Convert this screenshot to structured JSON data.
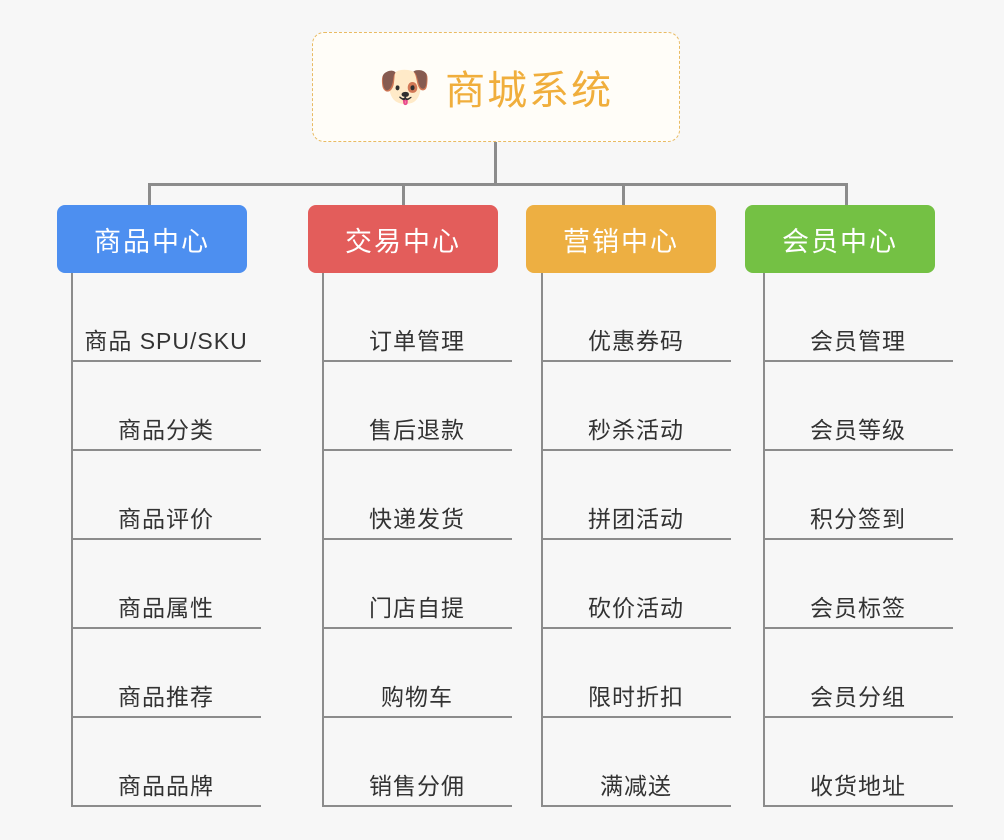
{
  "diagram": {
    "title": "商城系统",
    "type": "mind-map",
    "background_color": "#f7f7f7",
    "connector_color": "#8c8c8c"
  },
  "root": {
    "icon": "shiba-dog-face-emoji",
    "icon_glyph": "🐶",
    "label": "商城系统",
    "text_color": "#f0ae3c",
    "border_color": "#e9bb63",
    "fill_color": "#fffdf8",
    "border_style": "dashed"
  },
  "branches": [
    {
      "label": "商品中心",
      "color": "#4d8ff0",
      "items": [
        {
          "label": "商品 SPU/SKU"
        },
        {
          "label": "商品分类"
        },
        {
          "label": "商品评价"
        },
        {
          "label": "商品属性"
        },
        {
          "label": "商品推荐"
        },
        {
          "label": "商品品牌"
        }
      ]
    },
    {
      "label": "交易中心",
      "color": "#e35d5b",
      "items": [
        {
          "label": "订单管理"
        },
        {
          "label": "售后退款"
        },
        {
          "label": "快递发货"
        },
        {
          "label": "门店自提"
        },
        {
          "label": "购物车"
        },
        {
          "label": "销售分佣"
        }
      ]
    },
    {
      "label": "营销中心",
      "color": "#edaf42",
      "items": [
        {
          "label": "优惠券码"
        },
        {
          "label": "秒杀活动"
        },
        {
          "label": "拼团活动"
        },
        {
          "label": "砍价活动"
        },
        {
          "label": "限时折扣"
        },
        {
          "label": "满减送"
        }
      ]
    },
    {
      "label": "会员中心",
      "color": "#74c144",
      "items": [
        {
          "label": "会员管理"
        },
        {
          "label": "会员等级"
        },
        {
          "label": "积分签到"
        },
        {
          "label": "会员标签"
        },
        {
          "label": "会员分组"
        },
        {
          "label": "收货地址"
        }
      ]
    }
  ]
}
